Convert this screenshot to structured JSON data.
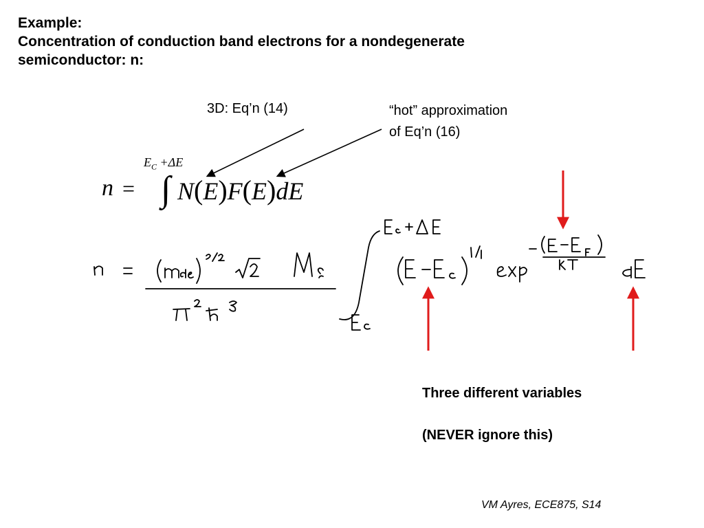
{
  "title": {
    "line1": "Example:",
    "line2": "Concentration of conduction band electrons for a nondegenerate",
    "line3": "semiconductor: n:"
  },
  "labels": {
    "eq14": "3D: Eq’n (14)",
    "hot_line1": "“hot” approximation",
    "hot_line2": "of Eq’n (16)"
  },
  "formula": {
    "lhs": "n",
    "equals": "=",
    "integral": "∫",
    "upper_limit_E": "E",
    "upper_limit_sub": "C",
    "upper_limit_rest": " +ΔE",
    "N": "N",
    "E1": "E",
    "F": "F",
    "E2": "E",
    "dE": "dE",
    "open_paren": "(",
    "close_paren": ")"
  },
  "handwritten": {
    "line": "n = (m_de)^{3/2} √2 M_c / (π² ħ³) ∫_{E_c}^{E_c+ΔE} (E − E_c)^{1/2} exp^{−(E−E_F)/kT} dE"
  },
  "notes": {
    "line1": "Three different variables",
    "line2": "(NEVER ignore this)"
  },
  "footer": "VM Ayres, ECE875, S14",
  "colors": {
    "arrow_red": "#e01b1b",
    "arrow_black": "#000000",
    "text": "#000000",
    "background": "#ffffff"
  }
}
